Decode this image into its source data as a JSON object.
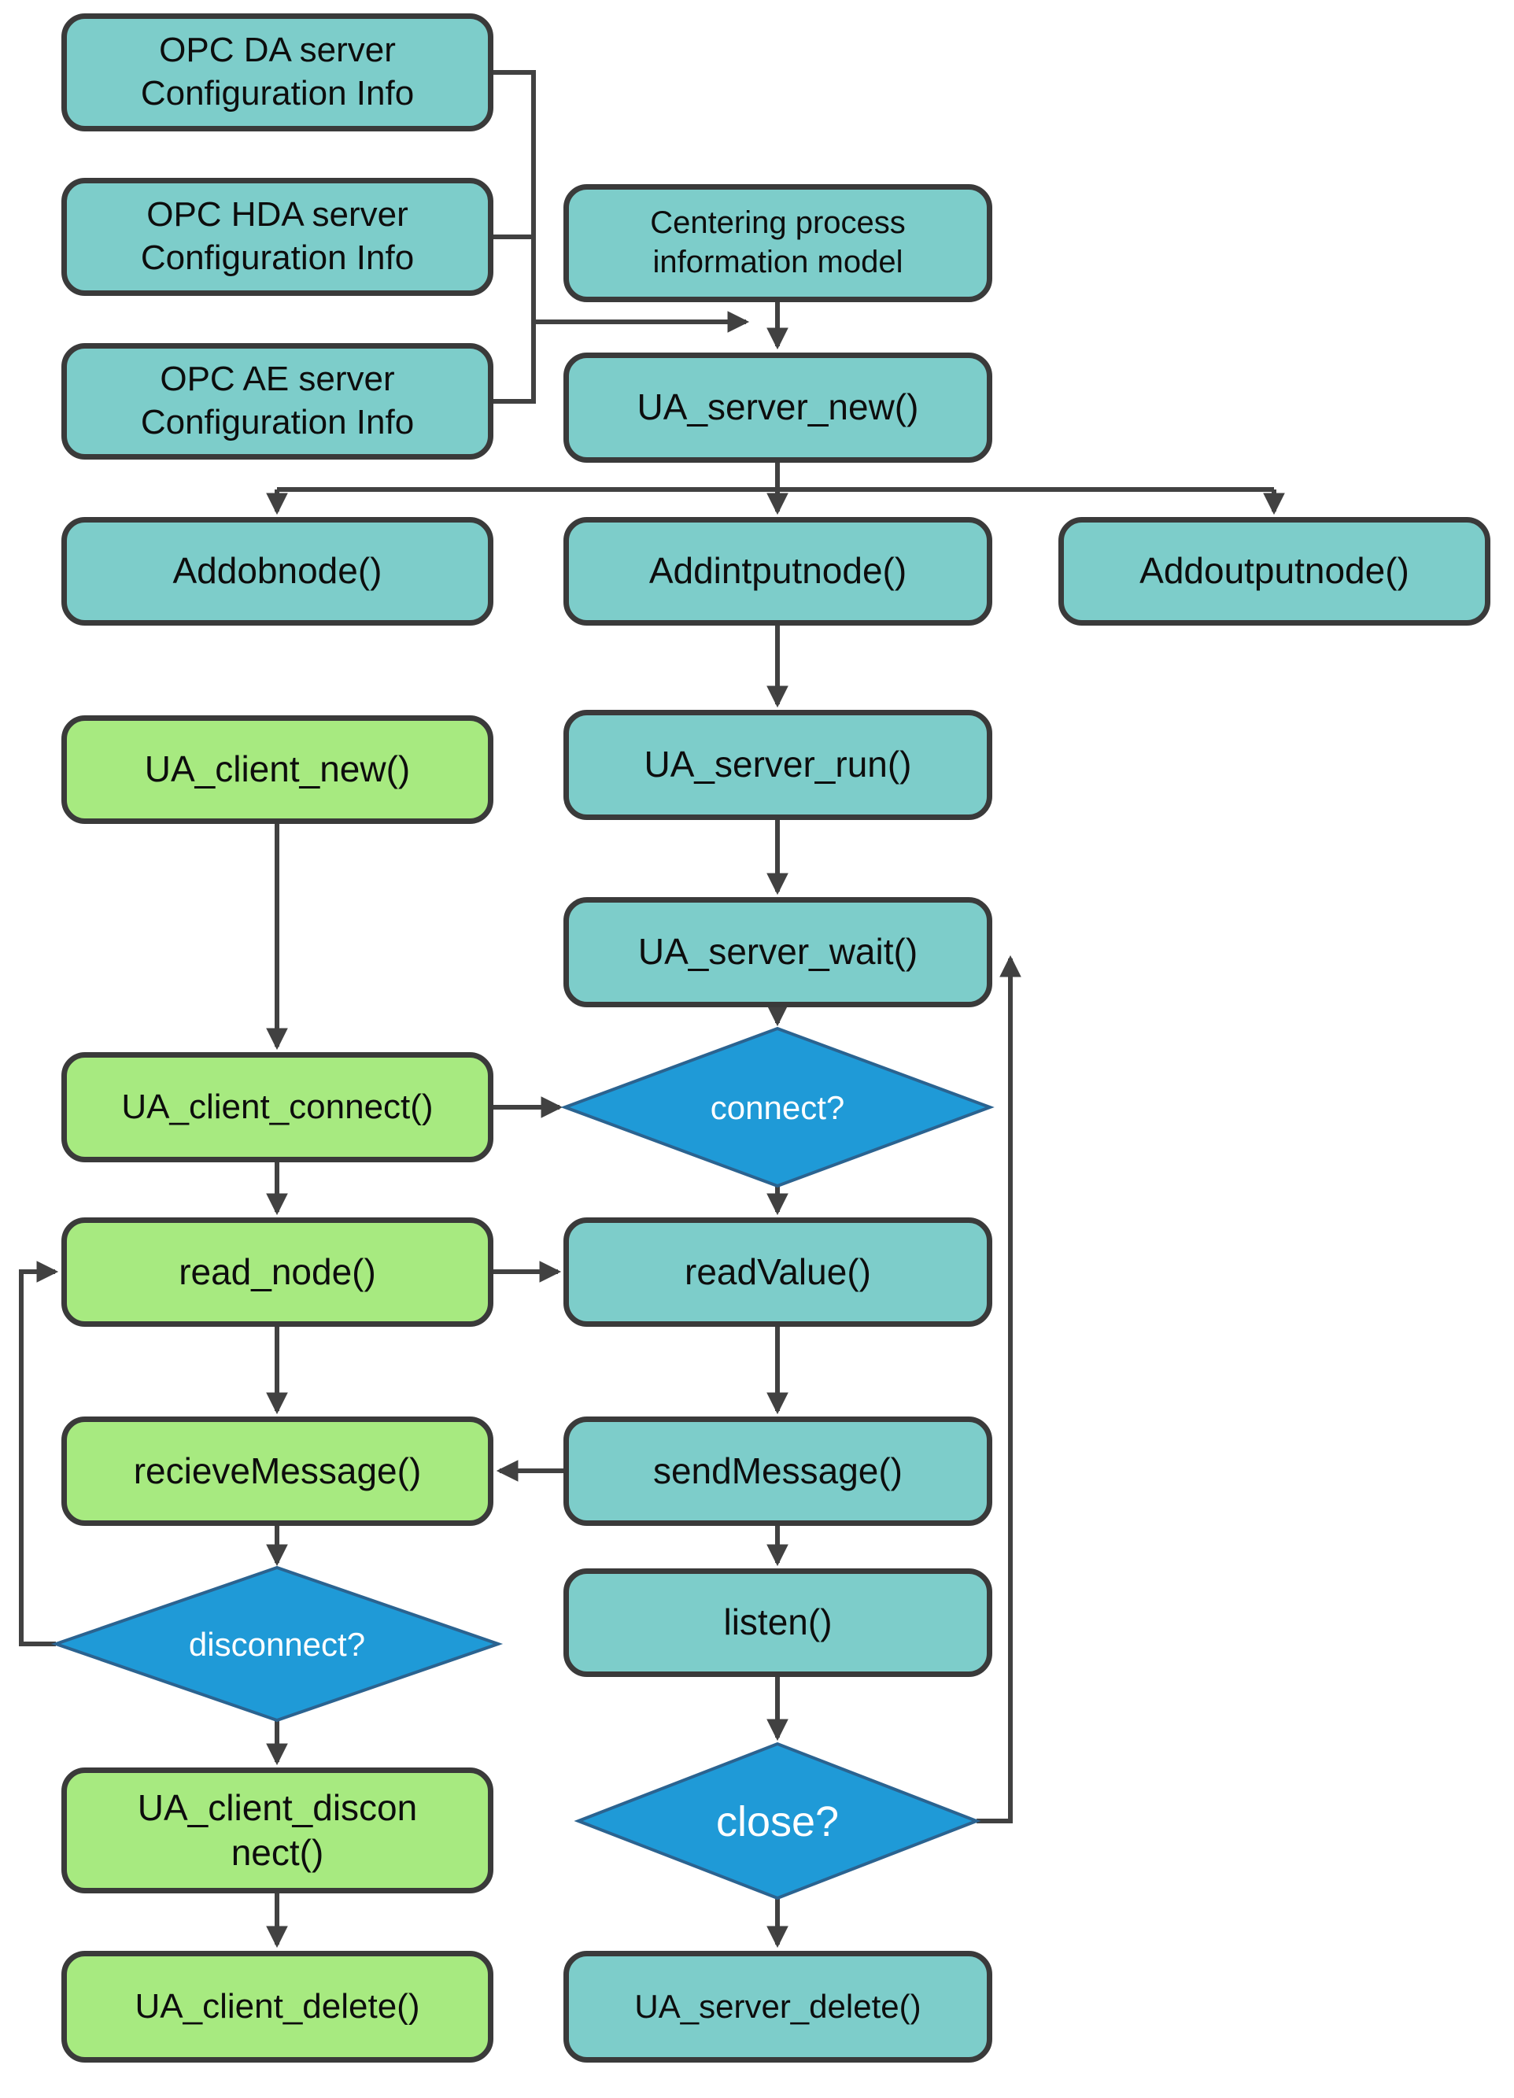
{
  "title": "OPC UA server and client flowchart",
  "colors": {
    "teal_fill": "#7dcdca",
    "green_fill": "#a7ea80",
    "diamond_fill": "#1f9ad7",
    "node_border": "#3a3a3a",
    "diamond_border": "#2b6390",
    "connector": "#414141",
    "node_text": "#0d0d0d",
    "diamond_text": "#ffffff",
    "page_bg": "#ffffff"
  },
  "nodes": {
    "opc_da": {
      "line1": "OPC DA server",
      "line2": "Configuration Info"
    },
    "opc_hda": {
      "line1": "OPC HDA server",
      "line2": "Configuration Info"
    },
    "opc_ae": {
      "line1": "OPC AE server",
      "line2": "Configuration Info"
    },
    "centering": {
      "line1": "Centering  process",
      "line2": "information  model"
    },
    "ua_server_new": {
      "line1": "UA_server_new()"
    },
    "addobnode": {
      "line1": "Addobnode()"
    },
    "addintputnode": {
      "line1": "Addintputnode()"
    },
    "addoutputnode": {
      "line1": "Addoutputnode()"
    },
    "ua_server_run": {
      "line1": "UA_server_run()"
    },
    "ua_server_wait": {
      "line1": "UA_server_wait()"
    },
    "connect_q": {
      "line1": "connect?"
    },
    "ua_client_new": {
      "line1": "UA_client_new()"
    },
    "ua_client_connect": {
      "line1": "UA_client_connect()"
    },
    "read_node": {
      "line1": "read_node()"
    },
    "readvalue": {
      "line1": "readValue()"
    },
    "recievemessage": {
      "line1": "recieveMessage()"
    },
    "sendmessage": {
      "line1": "sendMessage()"
    },
    "disconnect_q": {
      "line1": "disconnect?"
    },
    "listen": {
      "line1": "listen()"
    },
    "close_q": {
      "line1": "close?"
    },
    "ua_client_disconnect": {
      "line1": "UA_client_discon",
      "line2": "nect()"
    },
    "ua_client_delete": {
      "line1": "UA_client_delete()"
    },
    "ua_server_delete": {
      "line1": "UA_server_delete()"
    }
  }
}
